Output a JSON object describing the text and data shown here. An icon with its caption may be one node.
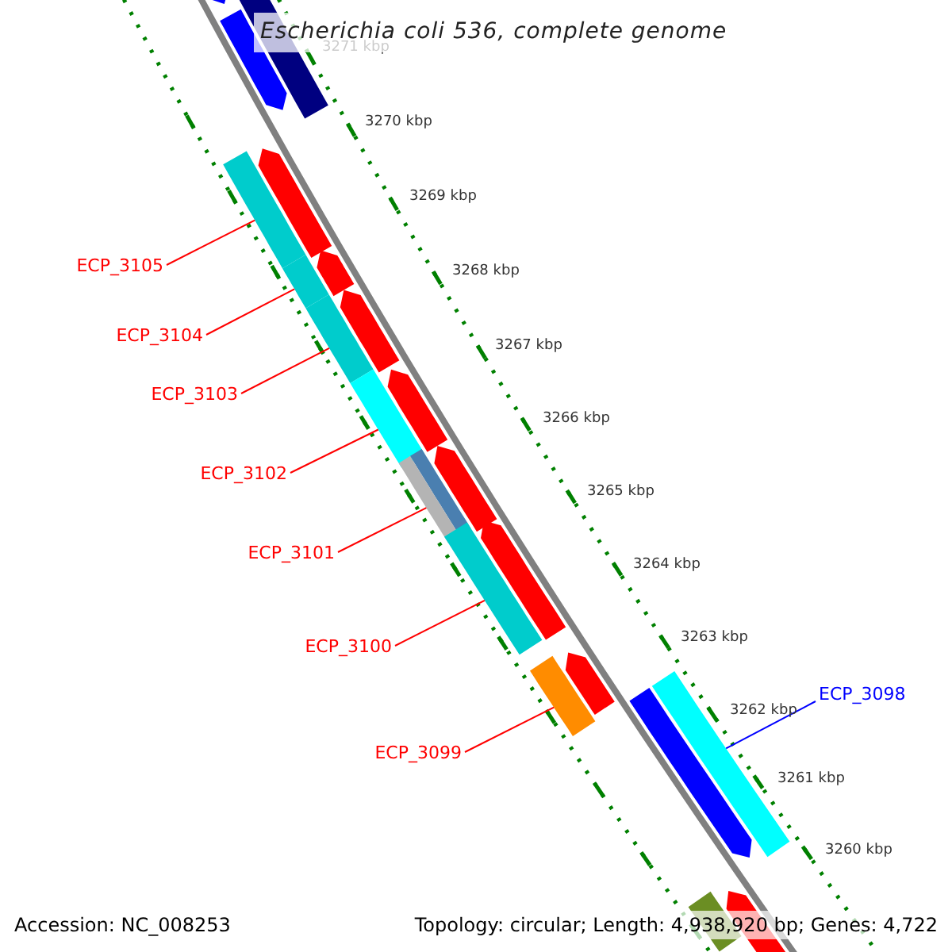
{
  "diagram": {
    "title": "Escherichia coli 536, complete genome",
    "nodes": [
      {
        "text": [
          "ECP_3105"
        ]
      },
      {
        "text": [
          "ECP_3104"
        ]
      },
      {
        "text": [
          "ECP_3103"
        ]
      },
      {
        "text": [
          "ECP_3102"
        ]
      },
      {
        "text": [
          "ECP_3101"
        ]
      },
      {
        "text": [
          "ECP_3100"
        ]
      },
      {
        "text": [
          "ECP_3098"
        ]
      },
      {
        "text": [
          "ECP_3099"
        ]
      },
      {
        "text": [],
        "shape": "bar"
      },
      {
        "text": [],
        "shape": "bar"
      },
      {
        "text": [],
        "shape": "bar"
      },
      {
        "text": [],
        "shape": "bar"
      },
      {
        "text": [],
        "shape": "bar"
      },
      {
        "text": [],
        "shape": "bar"
      },
      {
        "text": [],
        "shape": "bar"
      },
      {
        "text": [],
        "shape": "bar"
      }
    ],
    "edges": [
      {
        "from": 0,
        "to": 8,
        "arrow": "none"
      },
      {
        "from": 1,
        "to": 9,
        "arrow": "none"
      },
      {
        "from": 2,
        "to": 10,
        "arrow": "none"
      },
      {
        "from": 3,
        "to": 11,
        "arrow": "none"
      },
      {
        "from": 4,
        "to": 12,
        "arrow": "none"
      },
      {
        "from": 5,
        "to": 13,
        "arrow": "none"
      },
      {
        "from": 6,
        "to": 14,
        "arrow": "none",
        "color": "#0000ff"
      },
      {
        "from": 7,
        "to": 15,
        "arrow": "none"
      }
    ],
    "labels": [
      "3271 kbp",
      "3270 kbp",
      "3269 kbp",
      "3268 kbp",
      "3267 kbp",
      "3266 kbp",
      "3265 kbp",
      "3264 kbp",
      "3263 kbp",
      "3262 kbp",
      "3261 kbp",
      "3260 kbp",
      "Accession: NC_008253",
      "Topology: circular; Length: 4,938,920 bp; Genes: 4,722"
    ]
  }
}
